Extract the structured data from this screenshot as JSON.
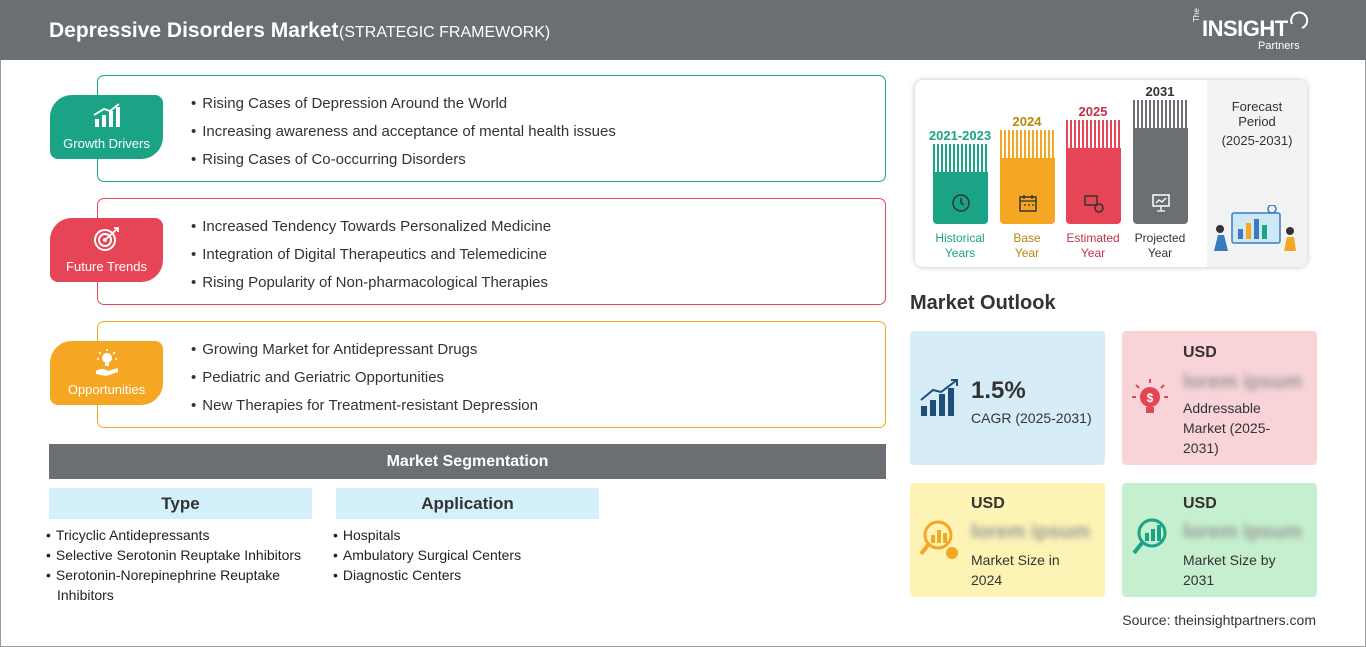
{
  "header": {
    "title": "Depressive Disorders Market",
    "subtitle": "(STRATEGIC FRAMEWORK)",
    "logo_the": "The",
    "logo_main": "INSIGHT",
    "logo_sub": "Partners"
  },
  "drivers": {
    "label": "Growth Drivers",
    "color": "#1aa384",
    "items": [
      "Rising Cases of Depression Around the World",
      "Increasing awareness and acceptance of mental health issues",
      "Rising Cases of Co-occurring Disorders"
    ]
  },
  "trends": {
    "label": "Future Trends",
    "color": "#e64556",
    "items": [
      "Increased Tendency Towards Personalized Medicine",
      "Integration of Digital Therapeutics and Telemedicine",
      "Rising Popularity of Non-pharmacological Therapies"
    ]
  },
  "opportunities": {
    "label": "Opportunities",
    "color": "#f5a623",
    "items": [
      "Growing Market for Antidepressant Drugs",
      "Pediatric and Geriatric Opportunities",
      "New Therapies for Treatment-resistant Depression"
    ]
  },
  "segmentation": {
    "title": "Market Segmentation",
    "type": {
      "title": "Type",
      "items": [
        "Tricyclic Antidepressants",
        "Selective Serotonin Reuptake Inhibitors",
        "Serotonin-Norepinephrine Reuptake Inhibitors"
      ]
    },
    "application": {
      "title": "Application",
      "items": [
        "Hospitals",
        "Ambulatory Surgical Centers",
        "Diagnostic Centers"
      ]
    }
  },
  "timeline": {
    "forecast_l1": "Forecast",
    "forecast_l2": "Period",
    "forecast_l3": "(2025-2031)",
    "bars": [
      {
        "year": "2021-2023",
        "cap1": "Historical",
        "cap2": "Years",
        "color": "#1aa384"
      },
      {
        "year": "2024",
        "cap1": "Base",
        "cap2": "Year",
        "color": "#f5a623"
      },
      {
        "year": "2025",
        "cap1": "Estimated",
        "cap2": "Year",
        "color": "#e64556"
      },
      {
        "year": "2031",
        "cap1": "Projected",
        "cap2": "Year",
        "color": "#6b6e73"
      }
    ]
  },
  "outlook": {
    "title": "Market Outlook",
    "cagr_value": "1.5%",
    "cagr_label": "CAGR (2025-2031)",
    "addressable_usd": "USD",
    "addressable_value": "lorem ipsum",
    "addressable_label_l1": "Addressable",
    "addressable_label_l2": "Market (2025-",
    "addressable_label_l3": "2031)",
    "size2024_usd": "USD",
    "size2024_value": "lorem ipsum",
    "size2024_label_l1": "Market Size in",
    "size2024_label_l2": "2024",
    "size2031_usd": "USD",
    "size2031_value": "lorem ipsum",
    "size2031_label_l1": "Market Size by",
    "size2031_label_l2": "2031"
  },
  "source": "Source: theinsightpartners.com"
}
